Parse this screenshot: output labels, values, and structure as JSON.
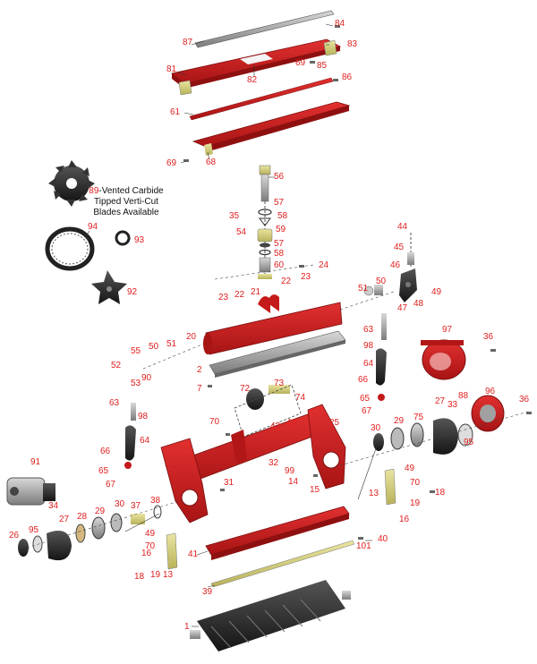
{
  "note": {
    "number": "89",
    "lines": [
      "-Vented Carbide",
      "Tipped Verti-Cut",
      "Blades Available"
    ]
  },
  "callouts": [
    {
      "id": "c84",
      "text": "84"
    },
    {
      "id": "c87",
      "text": "87"
    },
    {
      "id": "c83",
      "text": "83"
    },
    {
      "id": "c81",
      "text": "81"
    },
    {
      "id": "c82",
      "text": "82"
    },
    {
      "id": "c69a",
      "text": "69"
    },
    {
      "id": "c85",
      "text": "85"
    },
    {
      "id": "c86",
      "text": "86"
    },
    {
      "id": "c61",
      "text": "61"
    },
    {
      "id": "c69b",
      "text": "69"
    },
    {
      "id": "c68",
      "text": "68"
    },
    {
      "id": "c56",
      "text": "56"
    },
    {
      "id": "c57a",
      "text": "57"
    },
    {
      "id": "c35",
      "text": "35"
    },
    {
      "id": "c58a",
      "text": "58"
    },
    {
      "id": "c54",
      "text": "54"
    },
    {
      "id": "c59",
      "text": "59"
    },
    {
      "id": "c57b",
      "text": "57"
    },
    {
      "id": "c58b",
      "text": "58"
    },
    {
      "id": "c60",
      "text": "60"
    },
    {
      "id": "c24",
      "text": "24"
    },
    {
      "id": "c94",
      "text": "94"
    },
    {
      "id": "c93",
      "text": "93"
    },
    {
      "id": "c92",
      "text": "92"
    },
    {
      "id": "c44",
      "text": "44"
    },
    {
      "id": "c45",
      "text": "45"
    },
    {
      "id": "c46",
      "text": "46"
    },
    {
      "id": "c49a",
      "text": "49"
    },
    {
      "id": "c48",
      "text": "48"
    },
    {
      "id": "c47",
      "text": "47"
    },
    {
      "id": "c50a",
      "text": "50"
    },
    {
      "id": "c51a",
      "text": "51"
    },
    {
      "id": "c23a",
      "text": "23"
    },
    {
      "id": "c22a",
      "text": "22"
    },
    {
      "id": "c21",
      "text": "21"
    },
    {
      "id": "c22b",
      "text": "22"
    },
    {
      "id": "c23b",
      "text": "23"
    },
    {
      "id": "c20",
      "text": "20"
    },
    {
      "id": "c97",
      "text": "97"
    },
    {
      "id": "c36a",
      "text": "36"
    },
    {
      "id": "c63a",
      "text": "63"
    },
    {
      "id": "c98a",
      "text": "98"
    },
    {
      "id": "c55",
      "text": "55"
    },
    {
      "id": "c50b",
      "text": "50"
    },
    {
      "id": "c51b",
      "text": "51"
    },
    {
      "id": "c52",
      "text": "52"
    },
    {
      "id": "c53",
      "text": "53"
    },
    {
      "id": "c90",
      "text": "90"
    },
    {
      "id": "c2",
      "text": "2"
    },
    {
      "id": "c7",
      "text": "7"
    },
    {
      "id": "c64a",
      "text": "64"
    },
    {
      "id": "c66a",
      "text": "66"
    },
    {
      "id": "c65a",
      "text": "65"
    },
    {
      "id": "c67a",
      "text": "67"
    },
    {
      "id": "c73",
      "text": "73"
    },
    {
      "id": "c72",
      "text": "72"
    },
    {
      "id": "c74",
      "text": "74"
    },
    {
      "id": "c63b",
      "text": "63"
    },
    {
      "id": "c98b",
      "text": "98"
    },
    {
      "id": "c70a",
      "text": "70"
    },
    {
      "id": "c43",
      "text": "43"
    },
    {
      "id": "c42",
      "text": "42"
    },
    {
      "id": "c25",
      "text": "25"
    },
    {
      "id": "c27a",
      "text": "27"
    },
    {
      "id": "c88",
      "text": "88"
    },
    {
      "id": "c96",
      "text": "96"
    },
    {
      "id": "c36b",
      "text": "36"
    },
    {
      "id": "c33",
      "text": "33"
    },
    {
      "id": "c29a",
      "text": "29"
    },
    {
      "id": "c75",
      "text": "75"
    },
    {
      "id": "c30a",
      "text": "30"
    },
    {
      "id": "c95a",
      "text": "95"
    },
    {
      "id": "c64b",
      "text": "64"
    },
    {
      "id": "c66b",
      "text": "66"
    },
    {
      "id": "c65b",
      "text": "65"
    },
    {
      "id": "c67b",
      "text": "67"
    },
    {
      "id": "c91",
      "text": "91"
    },
    {
      "id": "c32",
      "text": "32"
    },
    {
      "id": "c99",
      "text": "99"
    },
    {
      "id": "c14",
      "text": "14"
    },
    {
      "id": "c15",
      "text": "15"
    },
    {
      "id": "c31",
      "text": "31"
    },
    {
      "id": "c49b",
      "text": "49"
    },
    {
      "id": "c70b",
      "text": "70"
    },
    {
      "id": "c18a",
      "text": "18"
    },
    {
      "id": "c13a",
      "text": "13"
    },
    {
      "id": "c19a",
      "text": "19"
    },
    {
      "id": "c16a",
      "text": "16"
    },
    {
      "id": "c34",
      "text": "34"
    },
    {
      "id": "c38",
      "text": "38"
    },
    {
      "id": "c37",
      "text": "37"
    },
    {
      "id": "c30b",
      "text": "30"
    },
    {
      "id": "c29b",
      "text": "29"
    },
    {
      "id": "c28",
      "text": "28"
    },
    {
      "id": "c27b",
      "text": "27"
    },
    {
      "id": "c95b",
      "text": "95"
    },
    {
      "id": "c26",
      "text": "26"
    },
    {
      "id": "c49c",
      "text": "49"
    },
    {
      "id": "c70c",
      "text": "70"
    },
    {
      "id": "c16b",
      "text": "16"
    },
    {
      "id": "c18b",
      "text": "18"
    },
    {
      "id": "c19b",
      "text": "19"
    },
    {
      "id": "c13b",
      "text": "13"
    },
    {
      "id": "c41",
      "text": "41"
    },
    {
      "id": "c40",
      "text": "40"
    },
    {
      "id": "c101",
      "text": "101"
    },
    {
      "id": "c39",
      "text": "39"
    },
    {
      "id": "c1",
      "text": "1"
    }
  ],
  "colors": {
    "callout": "#e02020",
    "body_red": "#cc1a1a",
    "dark_red": "#8e1010",
    "yellow_part": "#d7d27a",
    "metal": "#9a9a9a",
    "black_part": "#2a2a2a"
  }
}
